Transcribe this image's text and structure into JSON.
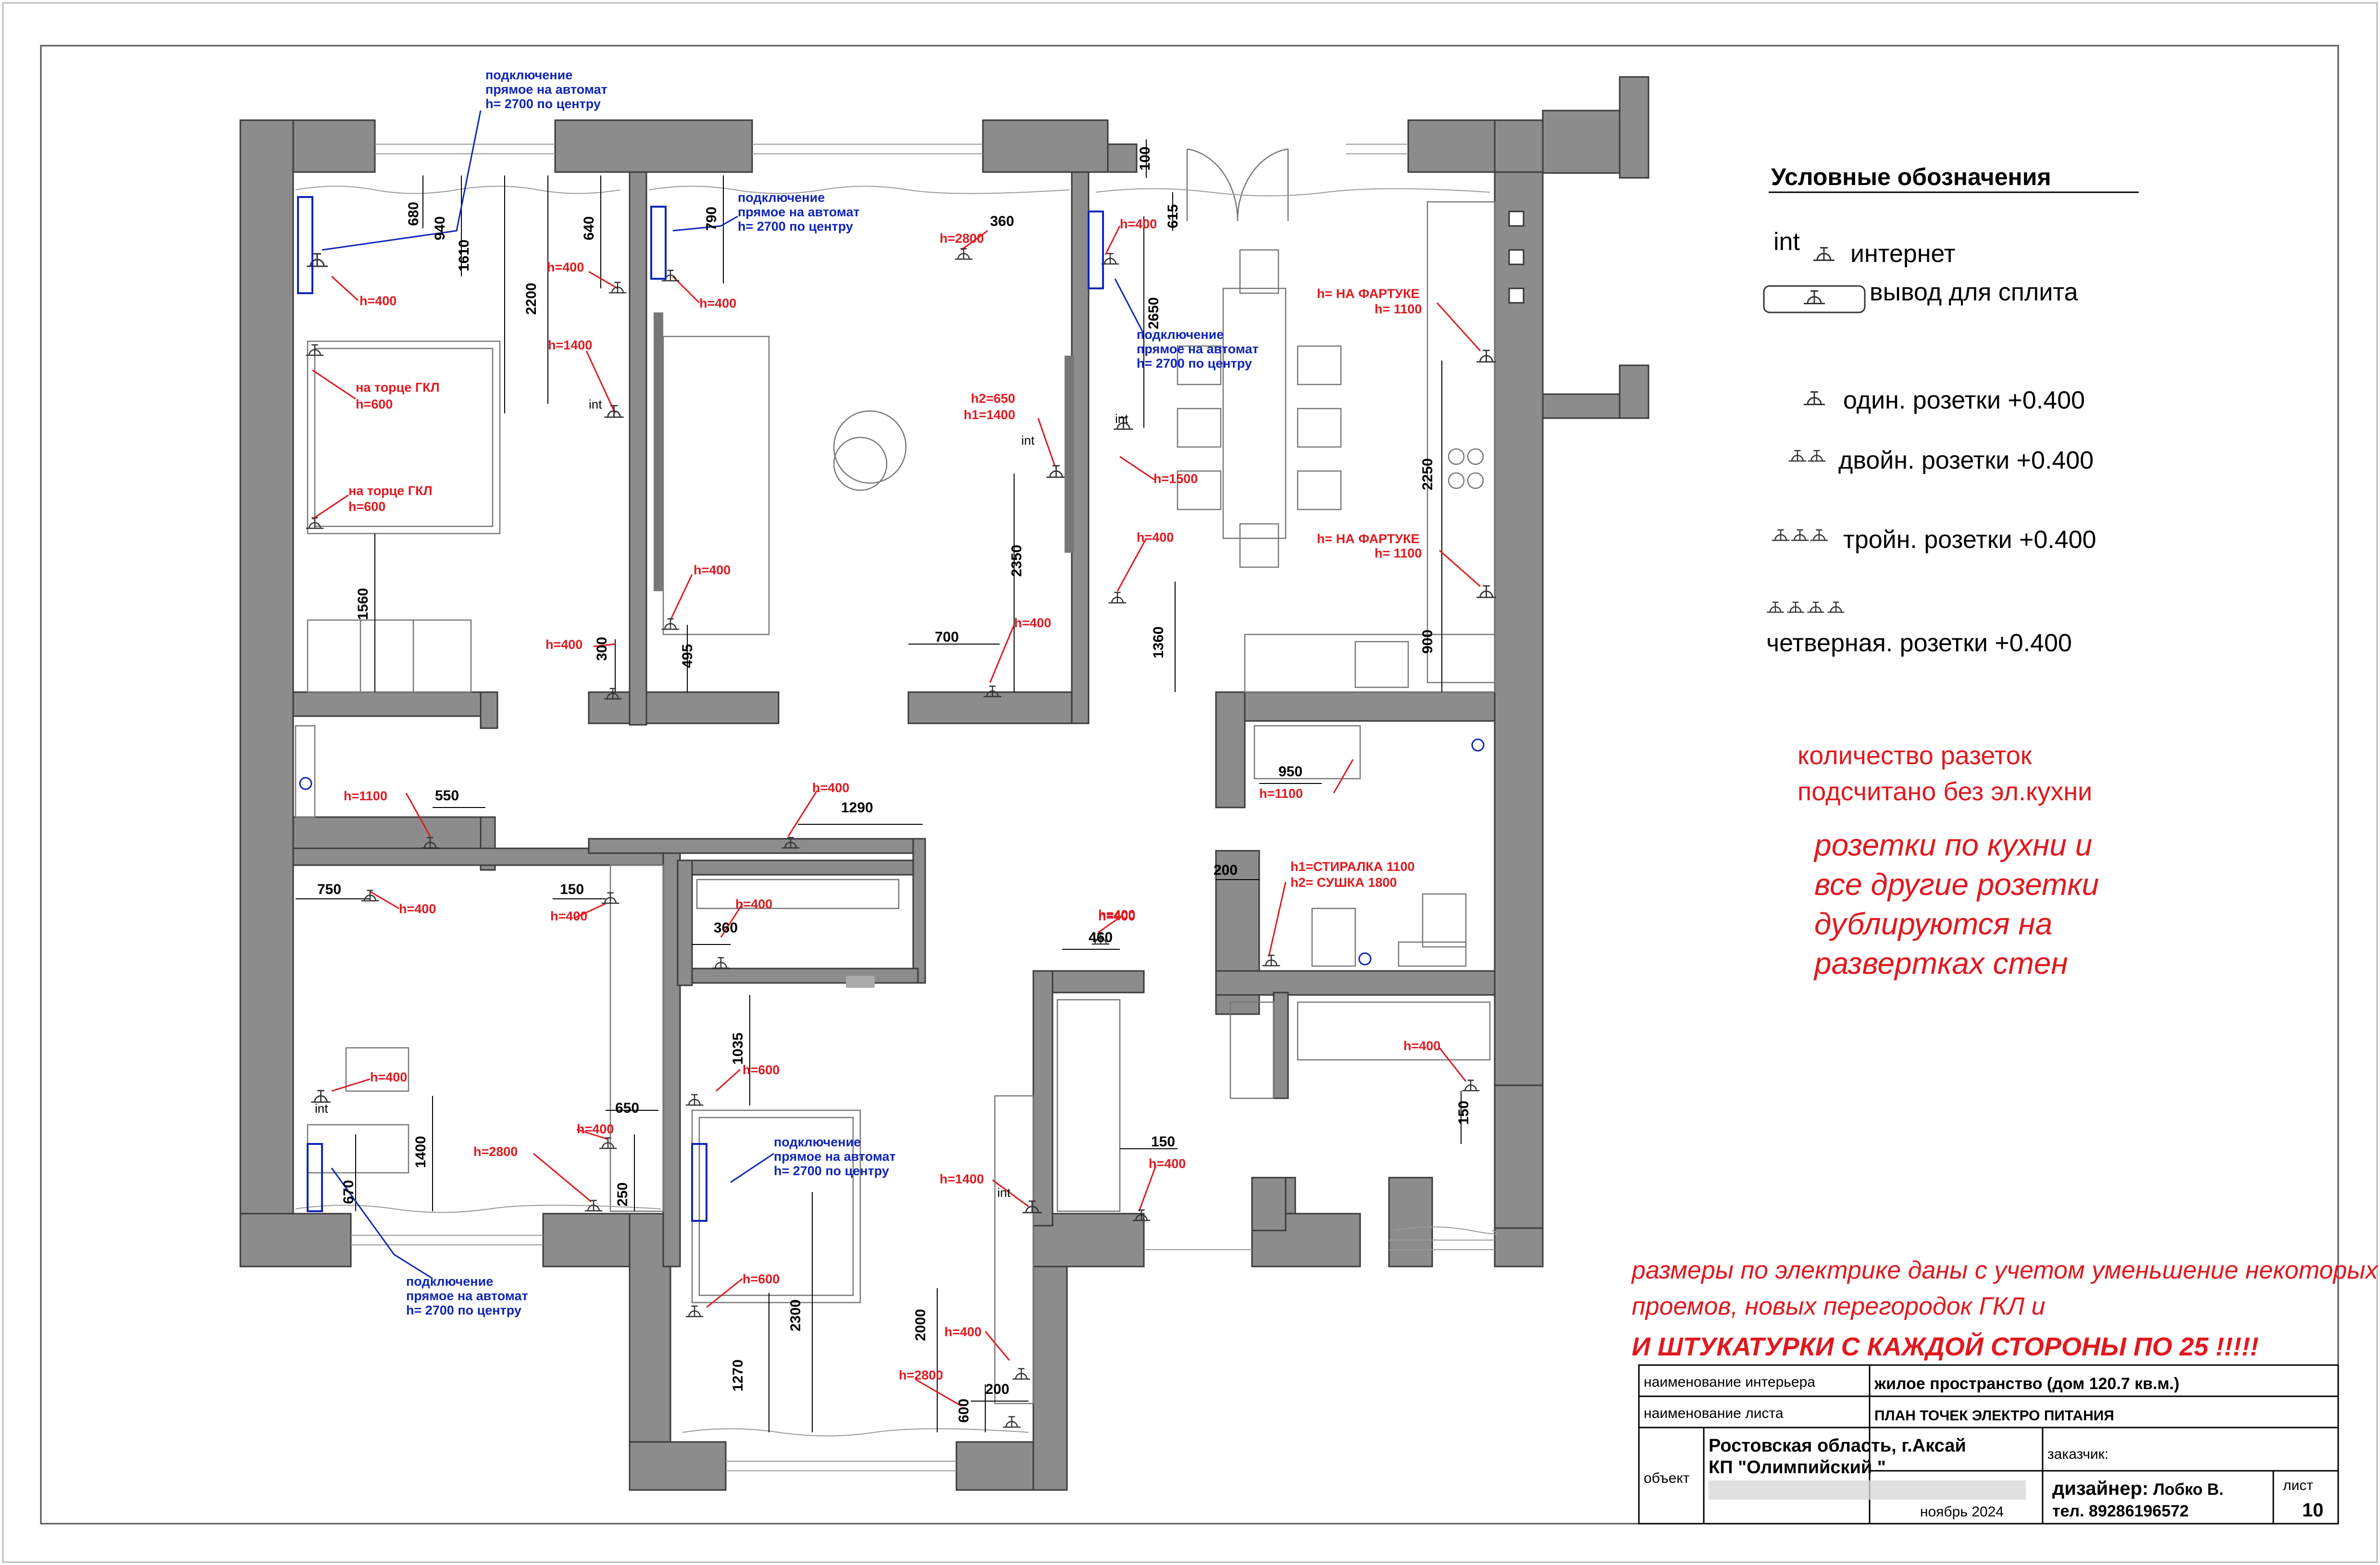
{
  "legend": {
    "title": "Условные обозначения",
    "int_mark": "int",
    "items": [
      {
        "id": "internet",
        "text": "интернет"
      },
      {
        "id": "split",
        "text": "вывод для сплита"
      },
      {
        "id": "single",
        "text": "один. розетки +0.400"
      },
      {
        "id": "double",
        "text": "двойн. розетки +0.400"
      },
      {
        "id": "triple",
        "text": "тройн. розетки +0.400"
      },
      {
        "id": "quad",
        "text": "четверная. розетки +0.400"
      }
    ]
  },
  "notes": {
    "count_line1": "количество разеток",
    "count_line2": "подсчитано без эл.кухни",
    "dup_line1": "розетки по кухни и",
    "dup_line2": "все другие розетки",
    "dup_line3": "дублируются на",
    "dup_line4": "развертках стен",
    "bottom_line1": "размеры по электрике даны с учетом уменьшение некоторых",
    "bottom_line2": "проемов, новых перегородок ГКЛ и",
    "bottom_line3": "И ШТУКАТУРКИ С КАЖДОЙ СТОРОНЫ ПО 25 !!!!!"
  },
  "title_block": {
    "interior_label": "наименование интерьера",
    "interior_value": "жилое пространство (дом 120.7 кв.м.)",
    "sheet_label": "наименование листа",
    "sheet_value": "ПЛАН ТОЧЕК ЭЛЕКТРО ПИТАНИЯ",
    "object_label": "объект",
    "object_line1": "Ростовская область, г.Аксай",
    "object_line2": "КП \"Олимпийский \"",
    "customer_label": "заказчик:",
    "designer_label": "дизайнер:",
    "designer_name": "Лобко В.",
    "phone": "тел. 89286196572",
    "sheet_no_label": "лист",
    "sheet_no": "10",
    "date": "ноябрь 2024"
  },
  "plan": {
    "blue_notes": {
      "line1": "подключение",
      "line2": "прямое на автомат",
      "line3": "h= 2700 по центру"
    },
    "red_labels": [
      {
        "id": "br1-a",
        "text": "h=400"
      },
      {
        "id": "br1-b",
        "text": "h=400"
      },
      {
        "id": "br1-c",
        "text": "h=1400"
      },
      {
        "id": "br1-d",
        "text": "на торце ГКЛ"
      },
      {
        "id": "br1-e",
        "text": "h=600"
      },
      {
        "id": "br1-f",
        "text": "на торце ГКЛ"
      },
      {
        "id": "br1-g",
        "text": "h=600"
      },
      {
        "id": "br1-h",
        "text": "h=400"
      },
      {
        "id": "lr-a",
        "text": "h=2800"
      },
      {
        "id": "lr-b",
        "text": "h=400"
      },
      {
        "id": "lr-c",
        "text": "h2=650"
      },
      {
        "id": "lr-d",
        "text": "h1=1400"
      },
      {
        "id": "lr-e",
        "text": "h=400"
      },
      {
        "id": "lr-f",
        "text": "h=400"
      },
      {
        "id": "k-a",
        "text": "h=400"
      },
      {
        "id": "k-b",
        "text": "h= НА ФАРТУКЕ"
      },
      {
        "id": "k-c",
        "text": "h= 1100"
      },
      {
        "id": "k-d",
        "text": "h=1500"
      },
      {
        "id": "k-e",
        "text": "h=400"
      },
      {
        "id": "k-f",
        "text": "h= НА ФАРТУКЕ"
      },
      {
        "id": "k-g",
        "text": "h= 1100"
      },
      {
        "id": "bath1",
        "text": "h=1100"
      },
      {
        "id": "bath2",
        "text": "h=1100"
      },
      {
        "id": "hall-a",
        "text": "h=400"
      },
      {
        "id": "hall-b",
        "text": "h=400"
      },
      {
        "id": "br2-a",
        "text": "h=400"
      },
      {
        "id": "br2-b",
        "text": "h=400"
      },
      {
        "id": "br2-c",
        "text": "h=400"
      },
      {
        "id": "br2-d",
        "text": "h=2800"
      },
      {
        "id": "br2-e",
        "text": "h=400"
      },
      {
        "id": "cl-a",
        "text": "h=400"
      },
      {
        "id": "br3-a",
        "text": "h=600"
      },
      {
        "id": "br3-b",
        "text": "h=1400"
      },
      {
        "id": "br3-c",
        "text": "h=600"
      },
      {
        "id": "br3-d",
        "text": "h=400"
      },
      {
        "id": "br3-e",
        "text": "h=2800"
      },
      {
        "id": "laun-a",
        "text": "h1=СТИРАЛКА 1100"
      },
      {
        "id": "laun-b",
        "text": "h2= СУШКА 1800"
      },
      {
        "id": "hall2-a",
        "text": "h=400"
      },
      {
        "id": "hall2-b",
        "text": "h=400"
      },
      {
        "id": "st-a",
        "text": "h=400"
      }
    ],
    "dims": [
      {
        "id": "d680",
        "text": "680"
      },
      {
        "id": "d940",
        "text": "940"
      },
      {
        "id": "d1610",
        "text": "1610"
      },
      {
        "id": "d640",
        "text": "640"
      },
      {
        "id": "d2200",
        "text": "2200"
      },
      {
        "id": "d1560",
        "text": "1560"
      },
      {
        "id": "d300",
        "text": "300"
      },
      {
        "id": "d790",
        "text": "790"
      },
      {
        "id": "d360a",
        "text": "360"
      },
      {
        "id": "d2350",
        "text": "2350"
      },
      {
        "id": "d495",
        "text": "495"
      },
      {
        "id": "d700",
        "text": "700"
      },
      {
        "id": "d100",
        "text": "100"
      },
      {
        "id": "d615",
        "text": "615"
      },
      {
        "id": "d2650",
        "text": "2650"
      },
      {
        "id": "d2250",
        "text": "2250"
      },
      {
        "id": "d1360",
        "text": "1360"
      },
      {
        "id": "d900",
        "text": "900"
      },
      {
        "id": "d550",
        "text": "550"
      },
      {
        "id": "d950",
        "text": "950"
      },
      {
        "id": "d1290",
        "text": "1290"
      },
      {
        "id": "d750",
        "text": "750"
      },
      {
        "id": "d150a",
        "text": "150"
      },
      {
        "id": "d360b",
        "text": "360"
      },
      {
        "id": "d460",
        "text": "460"
      },
      {
        "id": "d200a",
        "text": "200"
      },
      {
        "id": "d1035",
        "text": "1035"
      },
      {
        "id": "d650",
        "text": "650"
      },
      {
        "id": "d1400",
        "text": "1400"
      },
      {
        "id": "d250",
        "text": "250"
      },
      {
        "id": "d670",
        "text": "670"
      },
      {
        "id": "d150b",
        "text": "150"
      },
      {
        "id": "d150c",
        "text": "150"
      },
      {
        "id": "d2300",
        "text": "2300"
      },
      {
        "id": "d2000",
        "text": "2000"
      },
      {
        "id": "d1270",
        "text": "1270"
      },
      {
        "id": "d200b",
        "text": "200"
      },
      {
        "id": "d600",
        "text": "600"
      }
    ],
    "int_tags": [
      {
        "id": "int1",
        "text": "int"
      },
      {
        "id": "int2",
        "text": "int"
      },
      {
        "id": "int3",
        "text": "int"
      },
      {
        "id": "int4",
        "text": "int"
      },
      {
        "id": "int5",
        "text": "int"
      }
    ]
  }
}
